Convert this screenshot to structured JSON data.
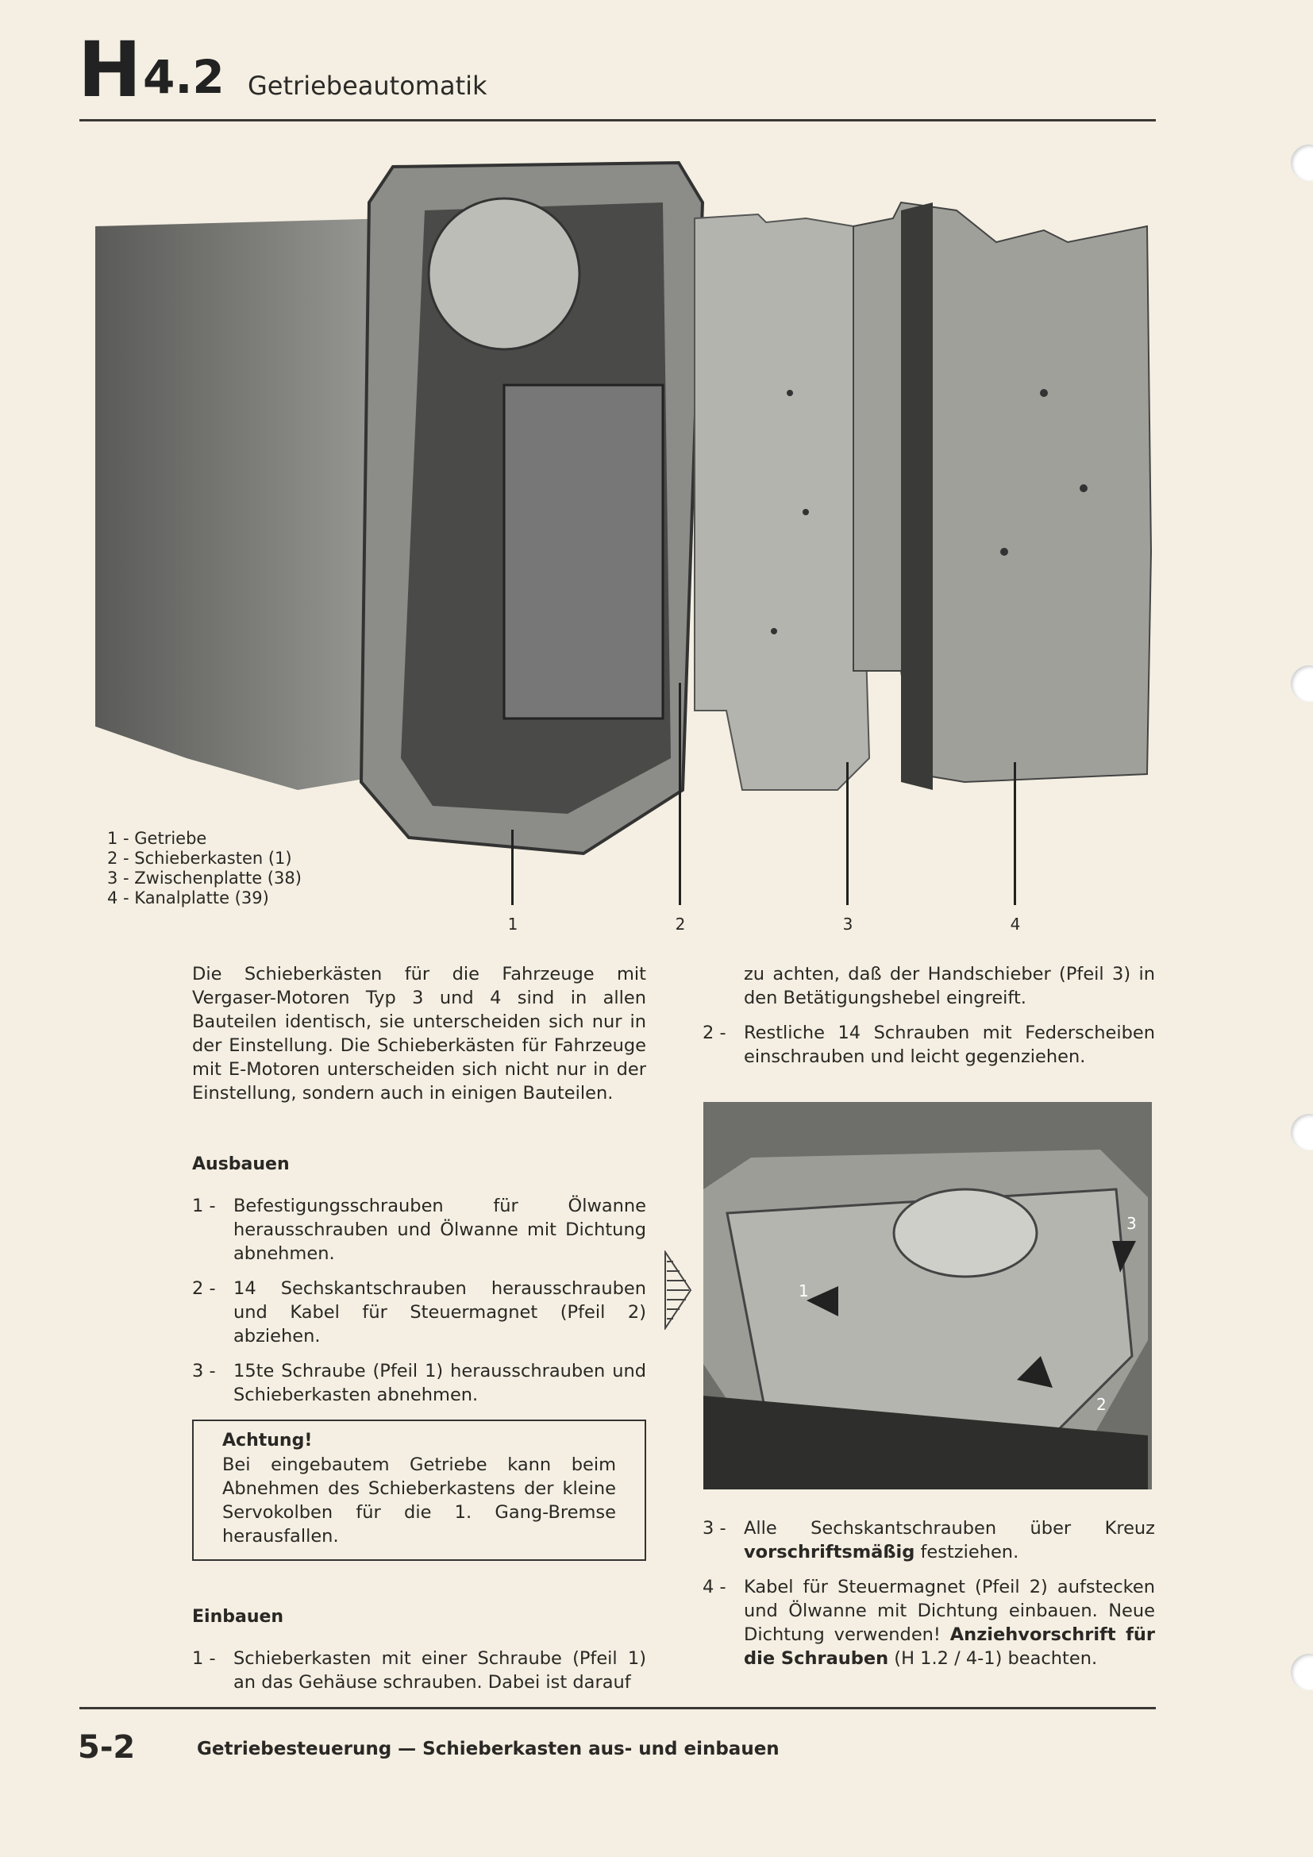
{
  "header": {
    "letter": "H",
    "number": "4.2",
    "title": "Getriebeautomatik"
  },
  "figure1": {
    "legend": [
      "1 - Getriebe",
      "2 - Schieberkasten (1)",
      "3 - Zwischenplatte (38)",
      "4 - Kanalplatte (39)"
    ],
    "callouts": [
      "1",
      "2",
      "3",
      "4"
    ]
  },
  "intro": "Die Schieberkästen für die Fahrzeuge mit Vergaser-Motoren Typ 3 und 4 sind in allen Bauteilen identisch, sie unterscheiden sich nur in der Einstellung. Die Schieberkästen für Fahrzeuge mit E-Motoren unterscheiden sich nicht nur in der Einstellung, sondern auch in einigen Bauteilen.",
  "ausbauen": {
    "heading": "Ausbauen",
    "steps": [
      {
        "n": "1 -",
        "t": "Befestigungsschrauben für Ölwanne herausschrauben und Ölwanne mit Dichtung abnehmen."
      },
      {
        "n": "2 -",
        "t": "14 Sechskantschrauben herausschrauben und Kabel für Steuermagnet (Pfeil 2) abziehen."
      },
      {
        "n": "3 -",
        "t": "15te Schraube (Pfeil 1) herausschrauben und Schieberkasten abnehmen."
      }
    ]
  },
  "achtung": {
    "title": "Achtung!",
    "text": "Bei eingebautem Getriebe kann beim Abnehmen des Schieberkastens der kleine Servokolben für die 1. Gang-Bremse herausfallen."
  },
  "einbauen": {
    "heading": "Einbauen",
    "steps": [
      {
        "n": "1 -",
        "t": "Schieberkasten mit einer Schraube (Pfeil 1) an das Gehäuse schrauben. Dabei ist darauf"
      }
    ]
  },
  "right": {
    "continuation": "zu achten, daß der Handschieber (Pfeil 3) in den Betätigungshebel eingreift.",
    "step2": {
      "n": "2 -",
      "t": "Restliche 14 Schrauben mit Federscheiben einschrauben und leicht gegenziehen."
    },
    "photo_labels": [
      "1",
      "2",
      "3"
    ],
    "step3": {
      "n": "3 -",
      "t1": "Alle Sechskantschrauben über Kreuz ",
      "b1": "vorschriftsmäßig",
      "t2": " festziehen."
    },
    "step4": {
      "n": "4 -",
      "t1": "Kabel für Steuermagnet (Pfeil 2) aufstecken und Ölwanne mit Dichtung einbauen. Neue Dichtung verwenden! ",
      "b1": "Anziehvorschrift für die Schrauben",
      "t2": " (H 1.2 / 4-1) beachten."
    }
  },
  "footer": {
    "page": "5-2",
    "title": "Getriebesteuerung — Schieberkasten aus- und einbauen"
  }
}
